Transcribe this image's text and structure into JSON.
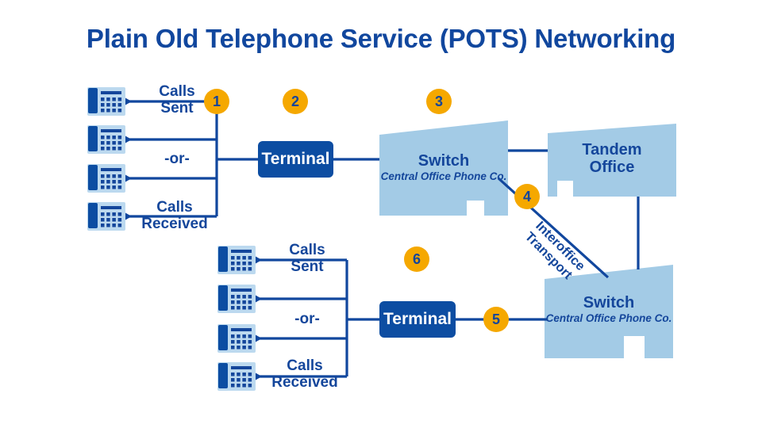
{
  "title": "Plain Old Telephone Service (POTS) Networking",
  "colors": {
    "dark_blue": "#14469b",
    "box_blue": "#0c4da2",
    "building_fill": "#a3cbe6",
    "orange": "#f5a800",
    "line_blue": "#11479e",
    "phone_body": "#bcd9ef",
    "white": "#ffffff"
  },
  "badges": [
    {
      "id": "1",
      "label": "1"
    },
    {
      "id": "2",
      "label": "2"
    },
    {
      "id": "3",
      "label": "3"
    },
    {
      "id": "4",
      "label": "4"
    },
    {
      "id": "5",
      "label": "5"
    },
    {
      "id": "6",
      "label": "6"
    }
  ],
  "top_cluster": {
    "calls_sent": "Calls\nSent",
    "calls_sent_line1": "Calls",
    "calls_sent_line2": "Sent",
    "or": "-or-",
    "calls_received_line1": "Calls",
    "calls_received_line2": "Received",
    "terminal_label": "Terminal",
    "phone_count": 4
  },
  "bottom_cluster": {
    "calls_sent_line1": "Calls",
    "calls_sent_line2": "Sent",
    "or": "-or-",
    "calls_received_line1": "Calls",
    "calls_received_line2": "Received",
    "terminal_label": "Terminal",
    "phone_count": 4
  },
  "buildings": [
    {
      "id": "switch-top",
      "title": "Switch",
      "subtitle": "Central Office Phone Co."
    },
    {
      "id": "tandem-office",
      "title_line1": "Tandem",
      "title_line2": "Office",
      "subtitle": ""
    },
    {
      "id": "switch-bottom",
      "title": "Switch",
      "subtitle": "Central Office Phone Co."
    }
  ],
  "transport": {
    "line1": "Interoffice",
    "line2": "Transport"
  },
  "icons": {
    "phone": "desk-phone-icon",
    "arrow": "arrow-left-icon"
  }
}
